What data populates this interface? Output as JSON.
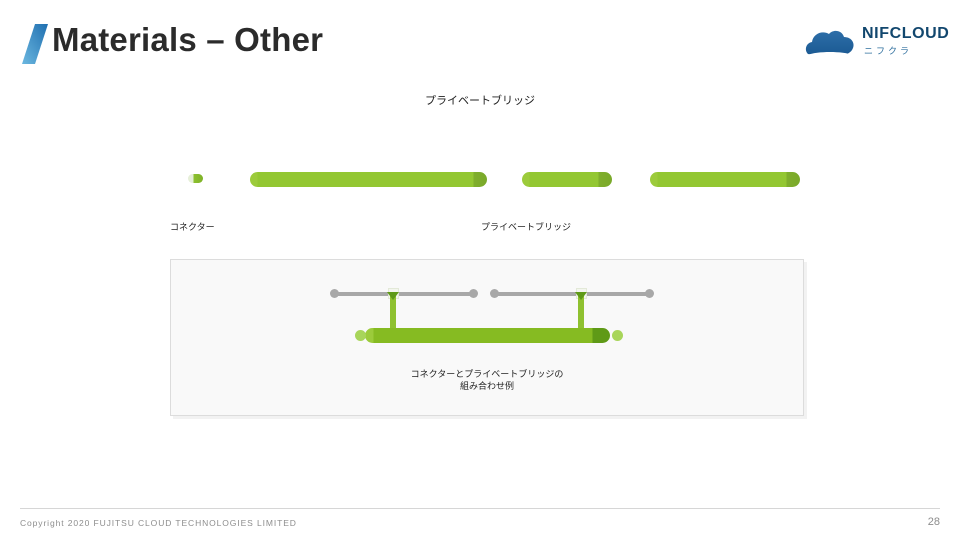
{
  "header": {
    "title": "Materials – Other",
    "slash_color_dark": "#1f6fb0",
    "slash_color_light": "#6cb8e0",
    "logo": {
      "name": "NIFCLOUD",
      "subtitle": "ニフクラ",
      "cloud_icon": "cloud-icon",
      "brand_color": "#12476e"
    }
  },
  "diagram": {
    "top_label": "プライベートブリッジ",
    "sample_labels": {
      "connector": "コネクター",
      "bridge": "プライベートブリッジ"
    },
    "shapes": {
      "connector_icon": "connector-capsule",
      "bar_icon": "bridge-bar"
    },
    "panel": {
      "caption_line1": "コネクターとプライベートブリッジの",
      "caption_line2": "組み合わせ例",
      "rail_color": "#a8a8a8",
      "bridge_color": "#8fc130",
      "panel_background": "#f9f9f9"
    }
  },
  "footer": {
    "copyright": "Copyright 2020 FUJITSU CLOUD TECHNOLOGIES LIMITED",
    "page_number": "28"
  }
}
